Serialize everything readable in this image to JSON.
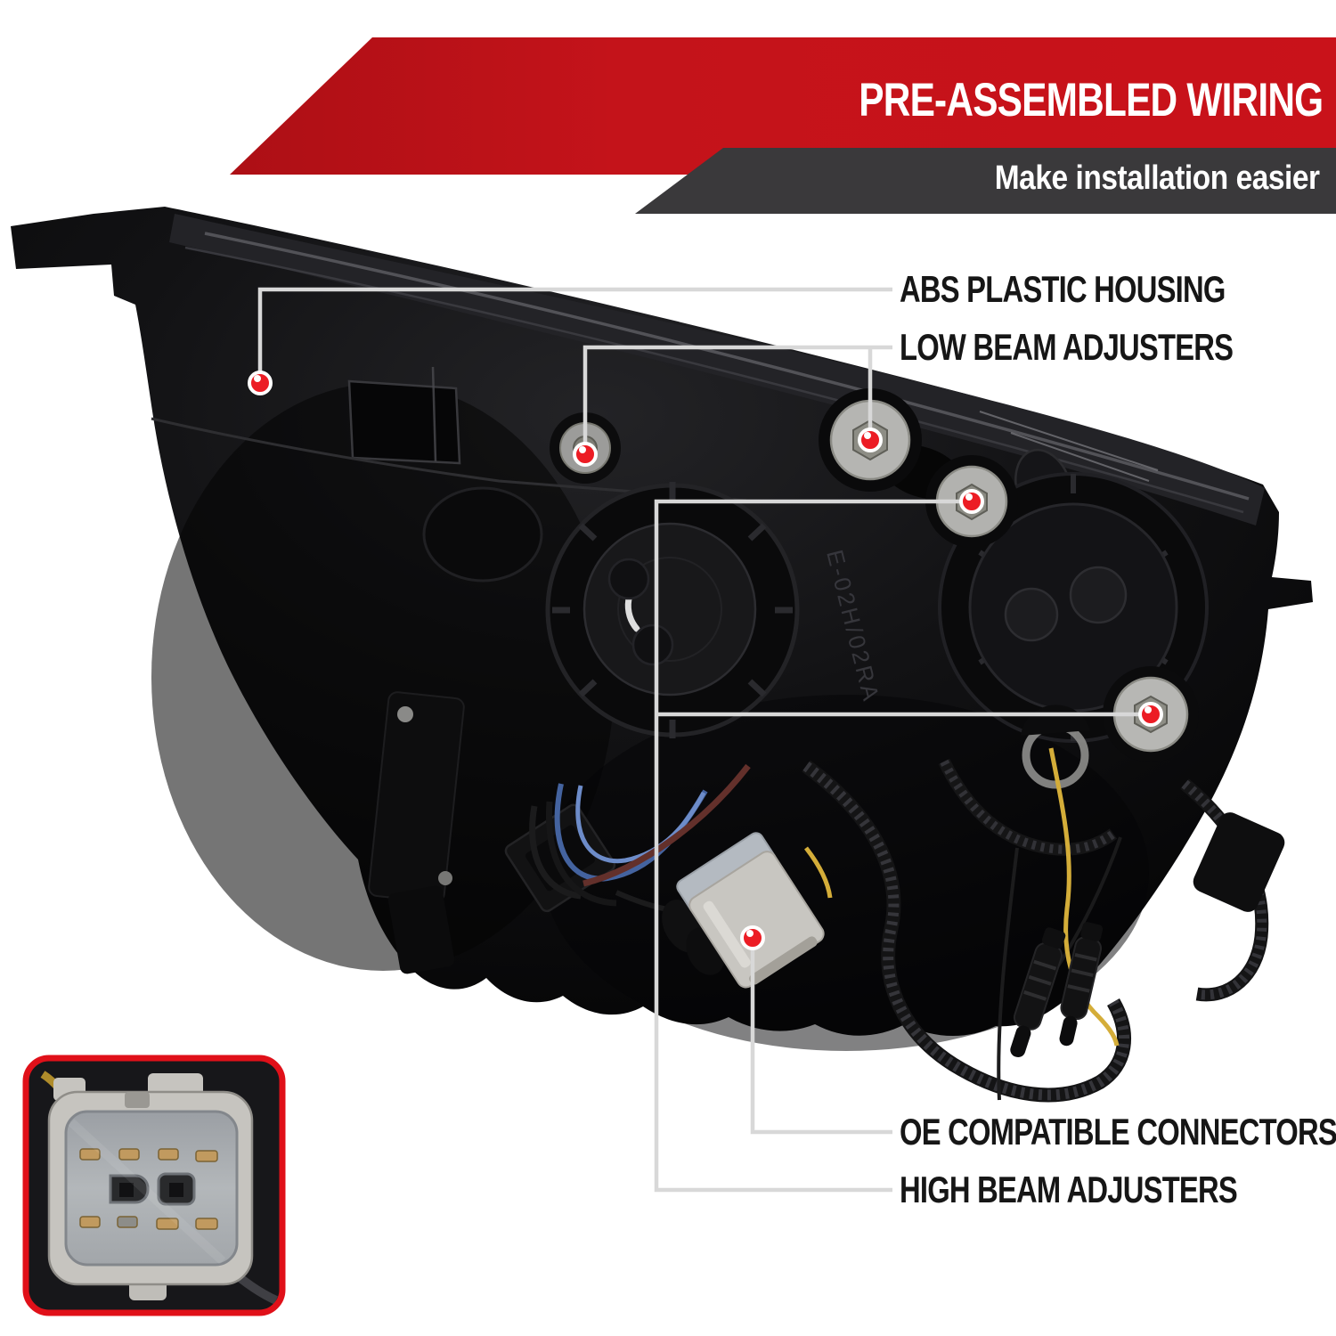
{
  "banner": {
    "title": "PRE-ASSEMBLED WIRING",
    "subtitle": "Make installation easier"
  },
  "callouts": {
    "abs": {
      "label": "ABS PLASTIC HOUSING"
    },
    "low": {
      "label": "LOW BEAM ADJUSTERS"
    },
    "oe": {
      "label": "OE COMPATIBLE CONNECTORS"
    },
    "high": {
      "label": "HIGH BEAM ADJUSTERS"
    }
  },
  "product": {
    "housing_marking": "E-02H/02RA"
  },
  "colors": {
    "accent_red": "#c4131a",
    "banner_gray": "#3a393b",
    "marker_red": "#ec1c24",
    "leader_line": "#d8d8d8",
    "label_text": "#161616",
    "inset_border": "#e01019"
  }
}
